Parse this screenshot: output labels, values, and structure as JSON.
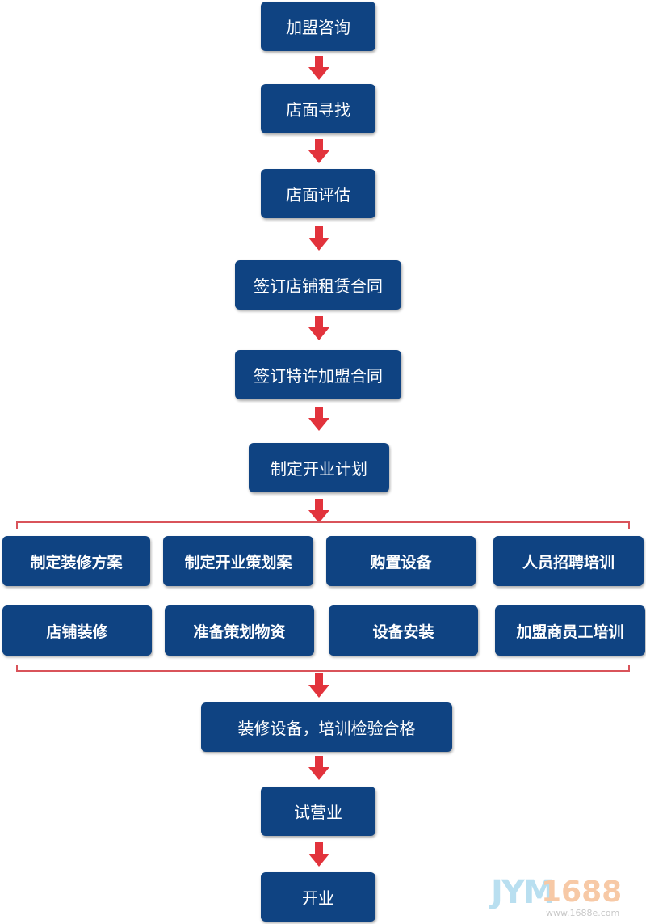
{
  "steps": {
    "s1": "加盟咨询",
    "s2": "店面寻找",
    "s3": "店面评估",
    "s4": "签订店铺租赁合同",
    "s5": "签订特许加盟合同",
    "s6": "制定开业计划",
    "s7": "装修设备，培训检验合格",
    "s8": "试营业",
    "s9": "开业"
  },
  "parallel": {
    "row1": [
      "制定装修方案",
      "制定开业策划案",
      "购置设备",
      "人员招聘培训"
    ],
    "row2": [
      "店铺装修",
      "准备策划物资",
      "设备安装",
      "加盟商员工培训"
    ]
  },
  "colors": {
    "box": "#0f4382",
    "arrow": "#e2333c",
    "bracket": "#d9535a"
  },
  "watermark": {
    "logo": "JYM",
    "number": "1688",
    "url": "www.1688e.com"
  }
}
